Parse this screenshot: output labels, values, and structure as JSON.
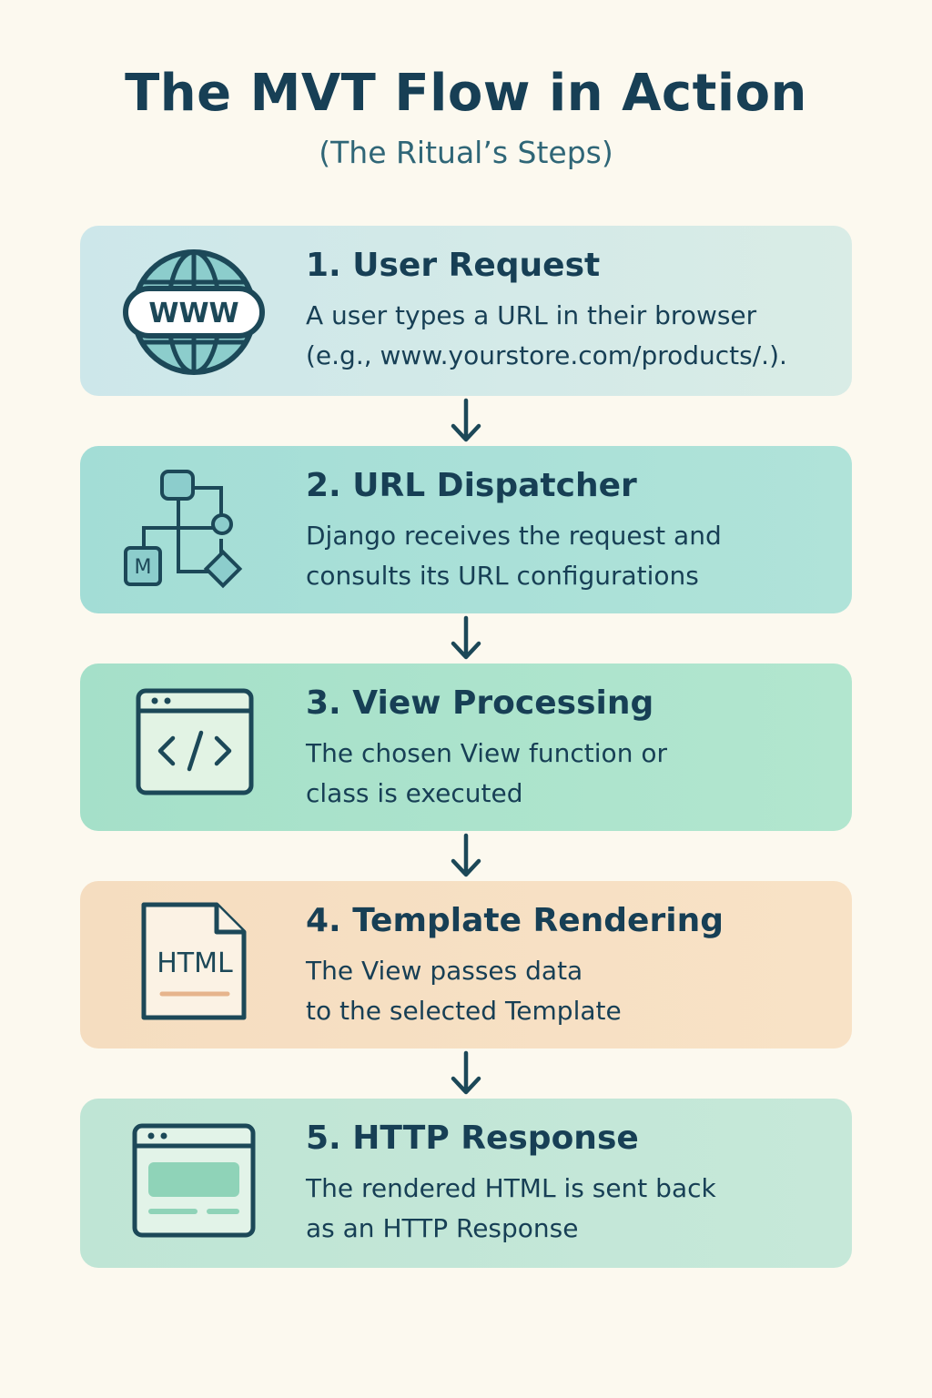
{
  "header": {
    "title": "The MVT Flow in Action",
    "subtitle": "(The Ritual’s Steps)"
  },
  "steps": [
    {
      "title": "1. User Request",
      "lines": [
        "A user types a URL in their browser",
        "(e.g., www.yourstore.com/products/.)."
      ],
      "icon": "globe-www-icon",
      "icon_text": "WWW",
      "color": "#d3eaea"
    },
    {
      "title": "2. URL Dispatcher",
      "lines": [
        "Django receives the request and",
        "consults its URL configurations"
      ],
      "icon": "url-routing-diagram-icon",
      "icon_text": "M",
      "color": "#a8e0d6"
    },
    {
      "title": "3. View Processing",
      "lines": [
        "The chosen View function or",
        "class is executed"
      ],
      "icon": "code-window-icon",
      "color": "#ade4cc"
    },
    {
      "title": "4. Template Rendering",
      "lines": [
        "The View passes data",
        "to the selected Template"
      ],
      "icon": "html-file-icon",
      "icon_text": "HTML",
      "color": "#f6dfc2"
    },
    {
      "title": "5. HTTP Response",
      "lines": [
        "The rendered HTML is sent back",
        "as an HTTP Response"
      ],
      "icon": "browser-page-icon",
      "color": "#c2e6d6"
    }
  ]
}
